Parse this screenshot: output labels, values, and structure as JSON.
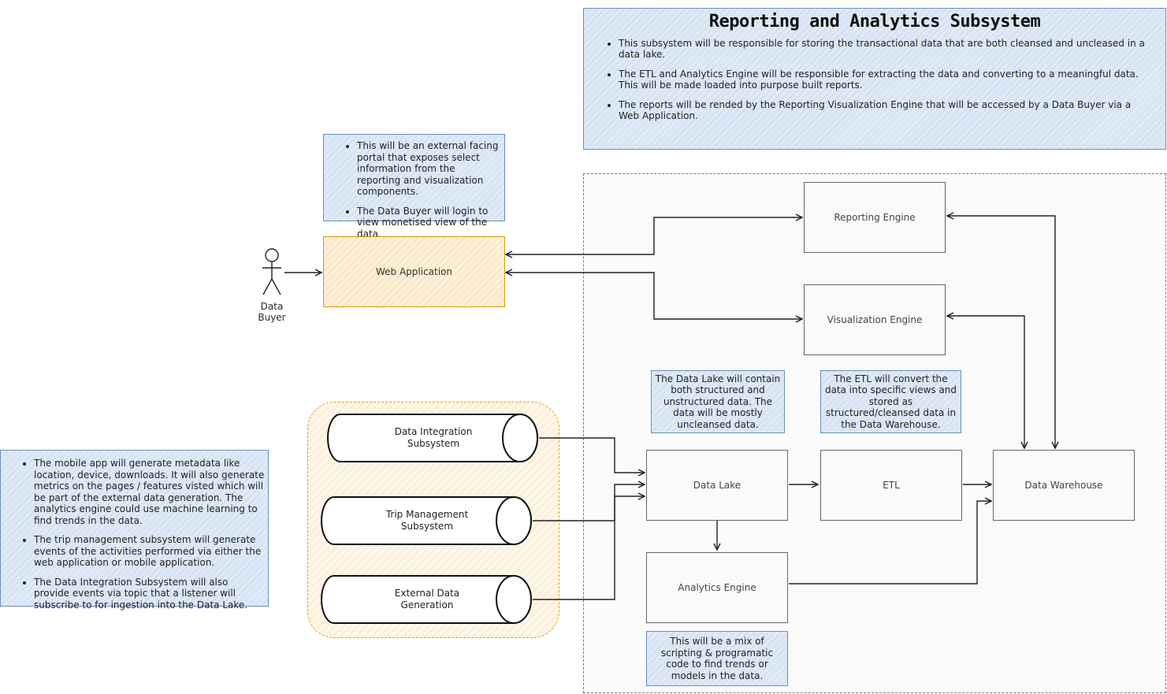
{
  "title": "Reporting and Analytics Subsystem",
  "top_notes": [
    "This subsystem will be responsible for storing the transactional data that are both cleansed and uncleased in a data lake.",
    "The ETL and Analytics Engine will be responsible for extracting the data and converting to a meaningful data. This will be made loaded into purpose built reports.",
    "The reports will be rended by the Reporting Visualization Engine that will be accessed by a Data Buyer via a Web Application."
  ],
  "web_notes": [
    "This will be an external facing portal that exposes select information from the reporting and visualization components.",
    "The Data Buyer will login to view monetised view of the data."
  ],
  "left_notes": [
    "The mobile app will generate metadata like location, device, downloads. It will also generate metrics on the pages / features visted which will be part of the external data generation. The analytics engine could use machine learning to find trends in the data.",
    "The trip management subsystem will generate events of the activities performed via either the web application or mobile application.",
    "The Data Integration Subsystem will also provide events via topic that a listener will subscribe to for ingestion into the Data Lake."
  ],
  "actor": {
    "line1": "Data",
    "line2": "Buyer"
  },
  "nodes": {
    "web_app": "Web Application",
    "reporting_engine": "Reporting Engine",
    "visualization_engine": "Visualization Engine",
    "data_lake": "Data Lake",
    "etl": "ETL",
    "data_warehouse": "Data Warehouse",
    "analytics_engine": "Analytics Engine"
  },
  "sources": {
    "data_integration": "Data Integration Subsystem",
    "trip_management": "Trip Management Subsystem",
    "external_data": "External Data Generation"
  },
  "small_notes": {
    "data_lake_note": "The Data Lake will contain both structured and unstructured data. The data will be mostly uncleansed data.",
    "etl_note": "The ETL will convert the data into specific views and stored as structured/cleansed data in the Data Warehouse.",
    "analytics_note": "This will be a mix of scripting & programatic code to find trends or models in the data."
  },
  "colors": {
    "note_fill": "#dfeaf6",
    "note_border": "#6c8ebf",
    "web_fill": "#fdf1dd",
    "web_border": "#d79b00",
    "box_border": "#666666"
  }
}
